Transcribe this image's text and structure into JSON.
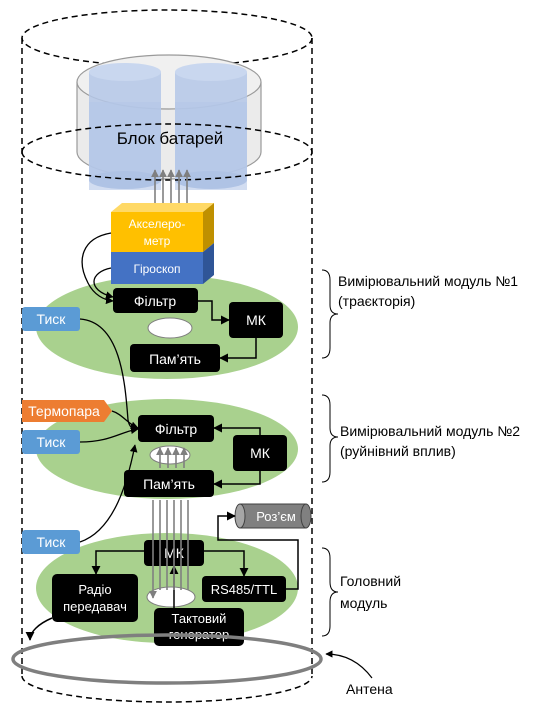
{
  "battery": {
    "label": "Блок батарей"
  },
  "sensors": {
    "accelerometer": {
      "line1": "Акселеро-",
      "line2": "метр"
    },
    "gyroscope": "Гіроскоп",
    "thermocouple": "Термопара",
    "pressure": "Тиск"
  },
  "module1": {
    "filter": "Фільтр",
    "mcu": "МК",
    "memory": "Пам’ять",
    "caption": {
      "line1": "Вимірювальний модуль №1",
      "line2": "(траєкторія)"
    }
  },
  "module2": {
    "filter": "Фільтр",
    "mcu": "МК",
    "memory": "Пам’ять",
    "caption": {
      "line1": "Вимірювальний модуль №2",
      "line2": "(руйнівний вплив)"
    }
  },
  "main_module": {
    "mcu": "МК",
    "radio": {
      "line1": "Радіо",
      "line2": "передавач"
    },
    "rs485": "RS485/TTL",
    "clock": {
      "line1": "Тактовий",
      "line2": "генератор"
    },
    "connector": "Роз’єм",
    "caption": {
      "line1": "Головний",
      "line2": "модуль"
    }
  },
  "antenna": {
    "label": "Антена"
  },
  "colors": {
    "disc": "#a9d18e",
    "block": "#000000",
    "sensor_blue": "#5b9bd5",
    "accel_yellow": "#ffc000",
    "gyro_blue": "#4472c4",
    "thermo_orange": "#ed7d31",
    "battery_cell": "#b4c7e7"
  }
}
